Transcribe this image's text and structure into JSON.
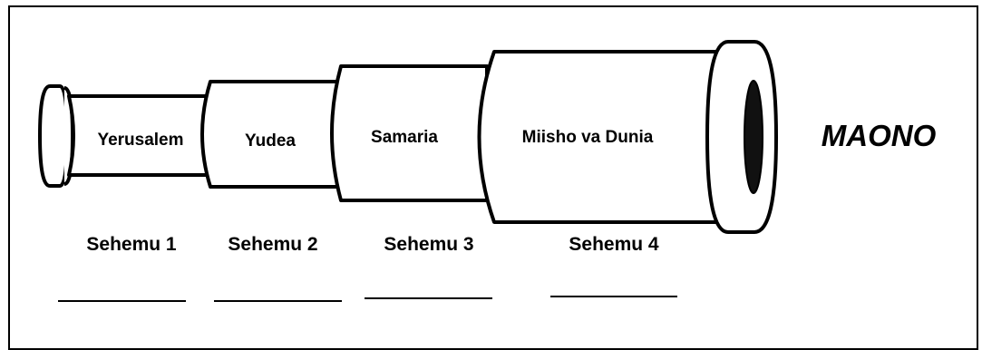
{
  "segments": [
    {
      "name": "Yerusalem"
    },
    {
      "name": "Yudea"
    },
    {
      "name": "Samaria"
    },
    {
      "name": "Miisho va Dunia"
    }
  ],
  "sections": [
    {
      "label": "Sehemu 1"
    },
    {
      "label": "Sehemu 2"
    },
    {
      "label": "Sehemu 3"
    },
    {
      "label": "Sehemu 4"
    }
  ],
  "telescope_label": "MAONO"
}
